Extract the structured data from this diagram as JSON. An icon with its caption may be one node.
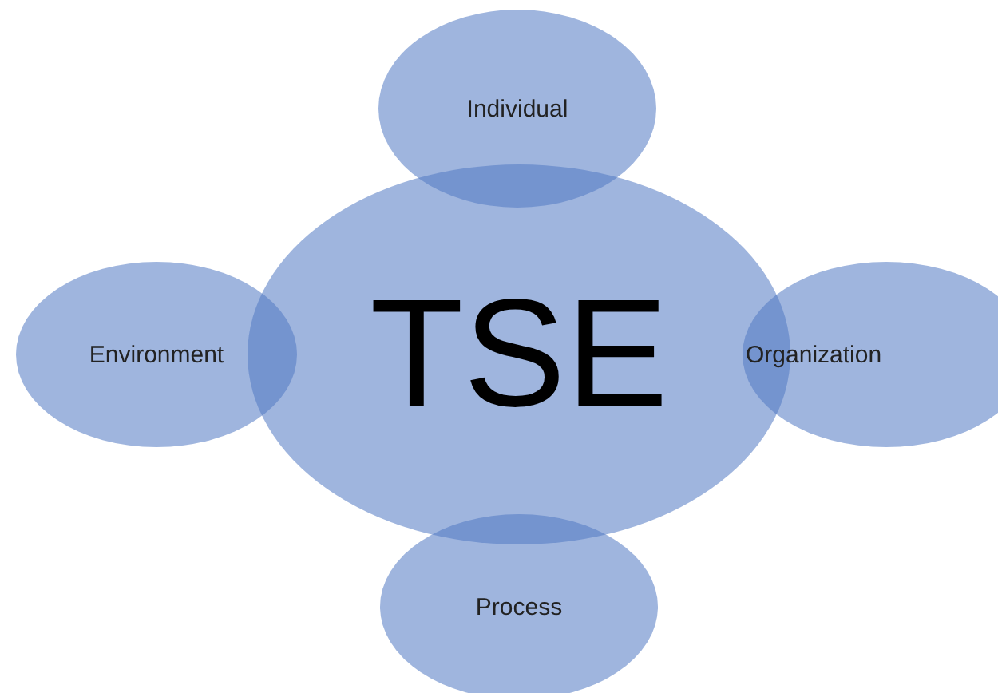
{
  "diagram": {
    "nodes": [
      {
        "text": [
          "Individual"
        ]
      },
      {
        "text": [
          "Environment"
        ]
      },
      {
        "text": [
          "TSE"
        ]
      },
      {
        "text": [
          "Organization"
        ]
      },
      {
        "text": [
          "Process"
        ]
      }
    ]
  }
}
